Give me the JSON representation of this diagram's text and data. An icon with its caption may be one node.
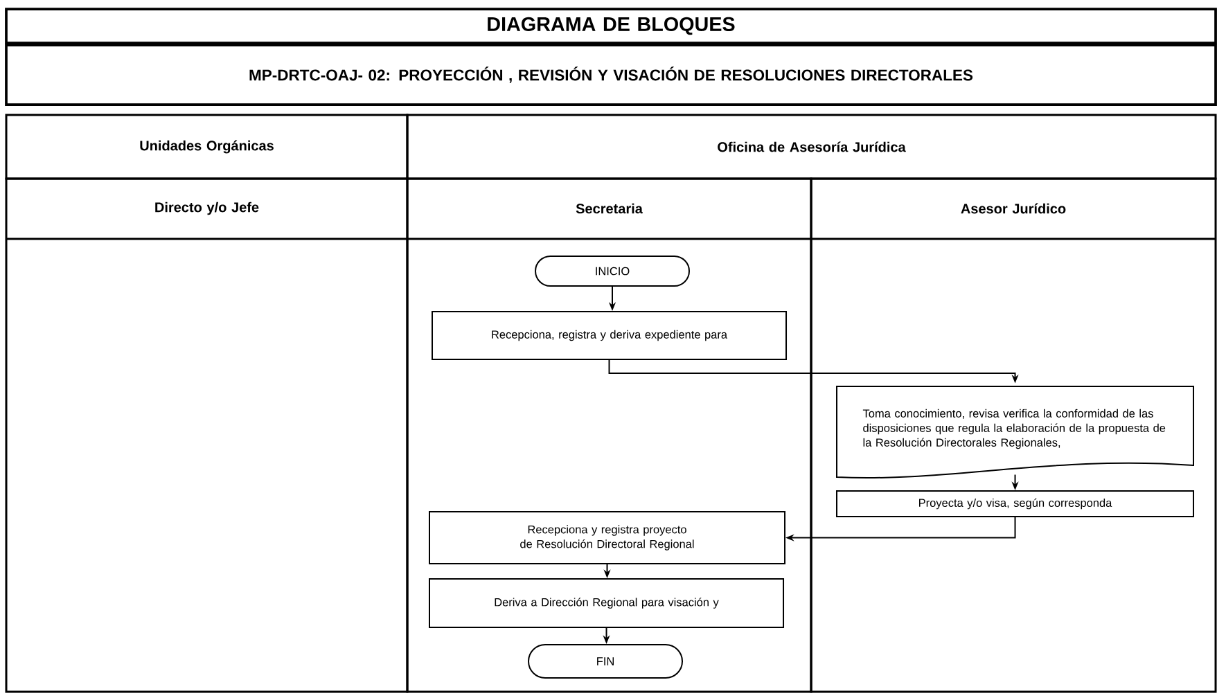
{
  "diagram": {
    "nodes": [
      {
        "text": [
          "DIAGRAMA DE BLOQUES"
        ]
      },
      {
        "text": [
          "MP-DRTC-OAJ- 02: PROYECCIÓN , REVISIÓN Y VISACIÓN DE RESOLUCIONES DIRECTORALES"
        ]
      },
      {
        "text": [
          "Unidades Orgánicas"
        ]
      },
      {
        "text": [
          "Oficina de Asesoría Jurídica"
        ]
      },
      {
        "text": [
          "Directo y/o Jefe"
        ]
      },
      {
        "text": [
          "Secretaria"
        ]
      },
      {
        "text": [
          "Asesor Jurídico"
        ]
      },
      {
        "text": [
          "INICIO"
        ],
        "in": 5
      },
      {
        "text": [
          "Recepciona, registra y deriva expediente para"
        ],
        "in": 5
      },
      {
        "text": [
          "Toma conocimiento, revisa verifica la conformidad de las disposiciones que regula la elaboración de la propuesta de la Resolución Directorales Regionales,"
        ],
        "in": 6
      },
      {
        "text": [
          "Proyecta y/o visa, según corresponda"
        ],
        "in": 6
      },
      {
        "text": [
          "Recepciona y registra proyecto de Resolución Directoral Regional"
        ],
        "in": 5
      },
      {
        "text": [
          "Deriva a Dirección Regional para visación y"
        ],
        "in": 5
      },
      {
        "text": [
          "FIN"
        ],
        "in": 5
      }
    ],
    "edges": [
      {
        "from": 7,
        "to": 8,
        "arrow": "to"
      },
      {
        "from": 8,
        "to": 9,
        "arrow": "to"
      },
      {
        "from": 9,
        "to": 10,
        "arrow": "to"
      },
      {
        "from": 10,
        "to": 11,
        "arrow": "to"
      },
      {
        "from": 11,
        "to": 12,
        "arrow": "to"
      },
      {
        "from": 12,
        "to": 13,
        "arrow": "to"
      }
    ]
  }
}
